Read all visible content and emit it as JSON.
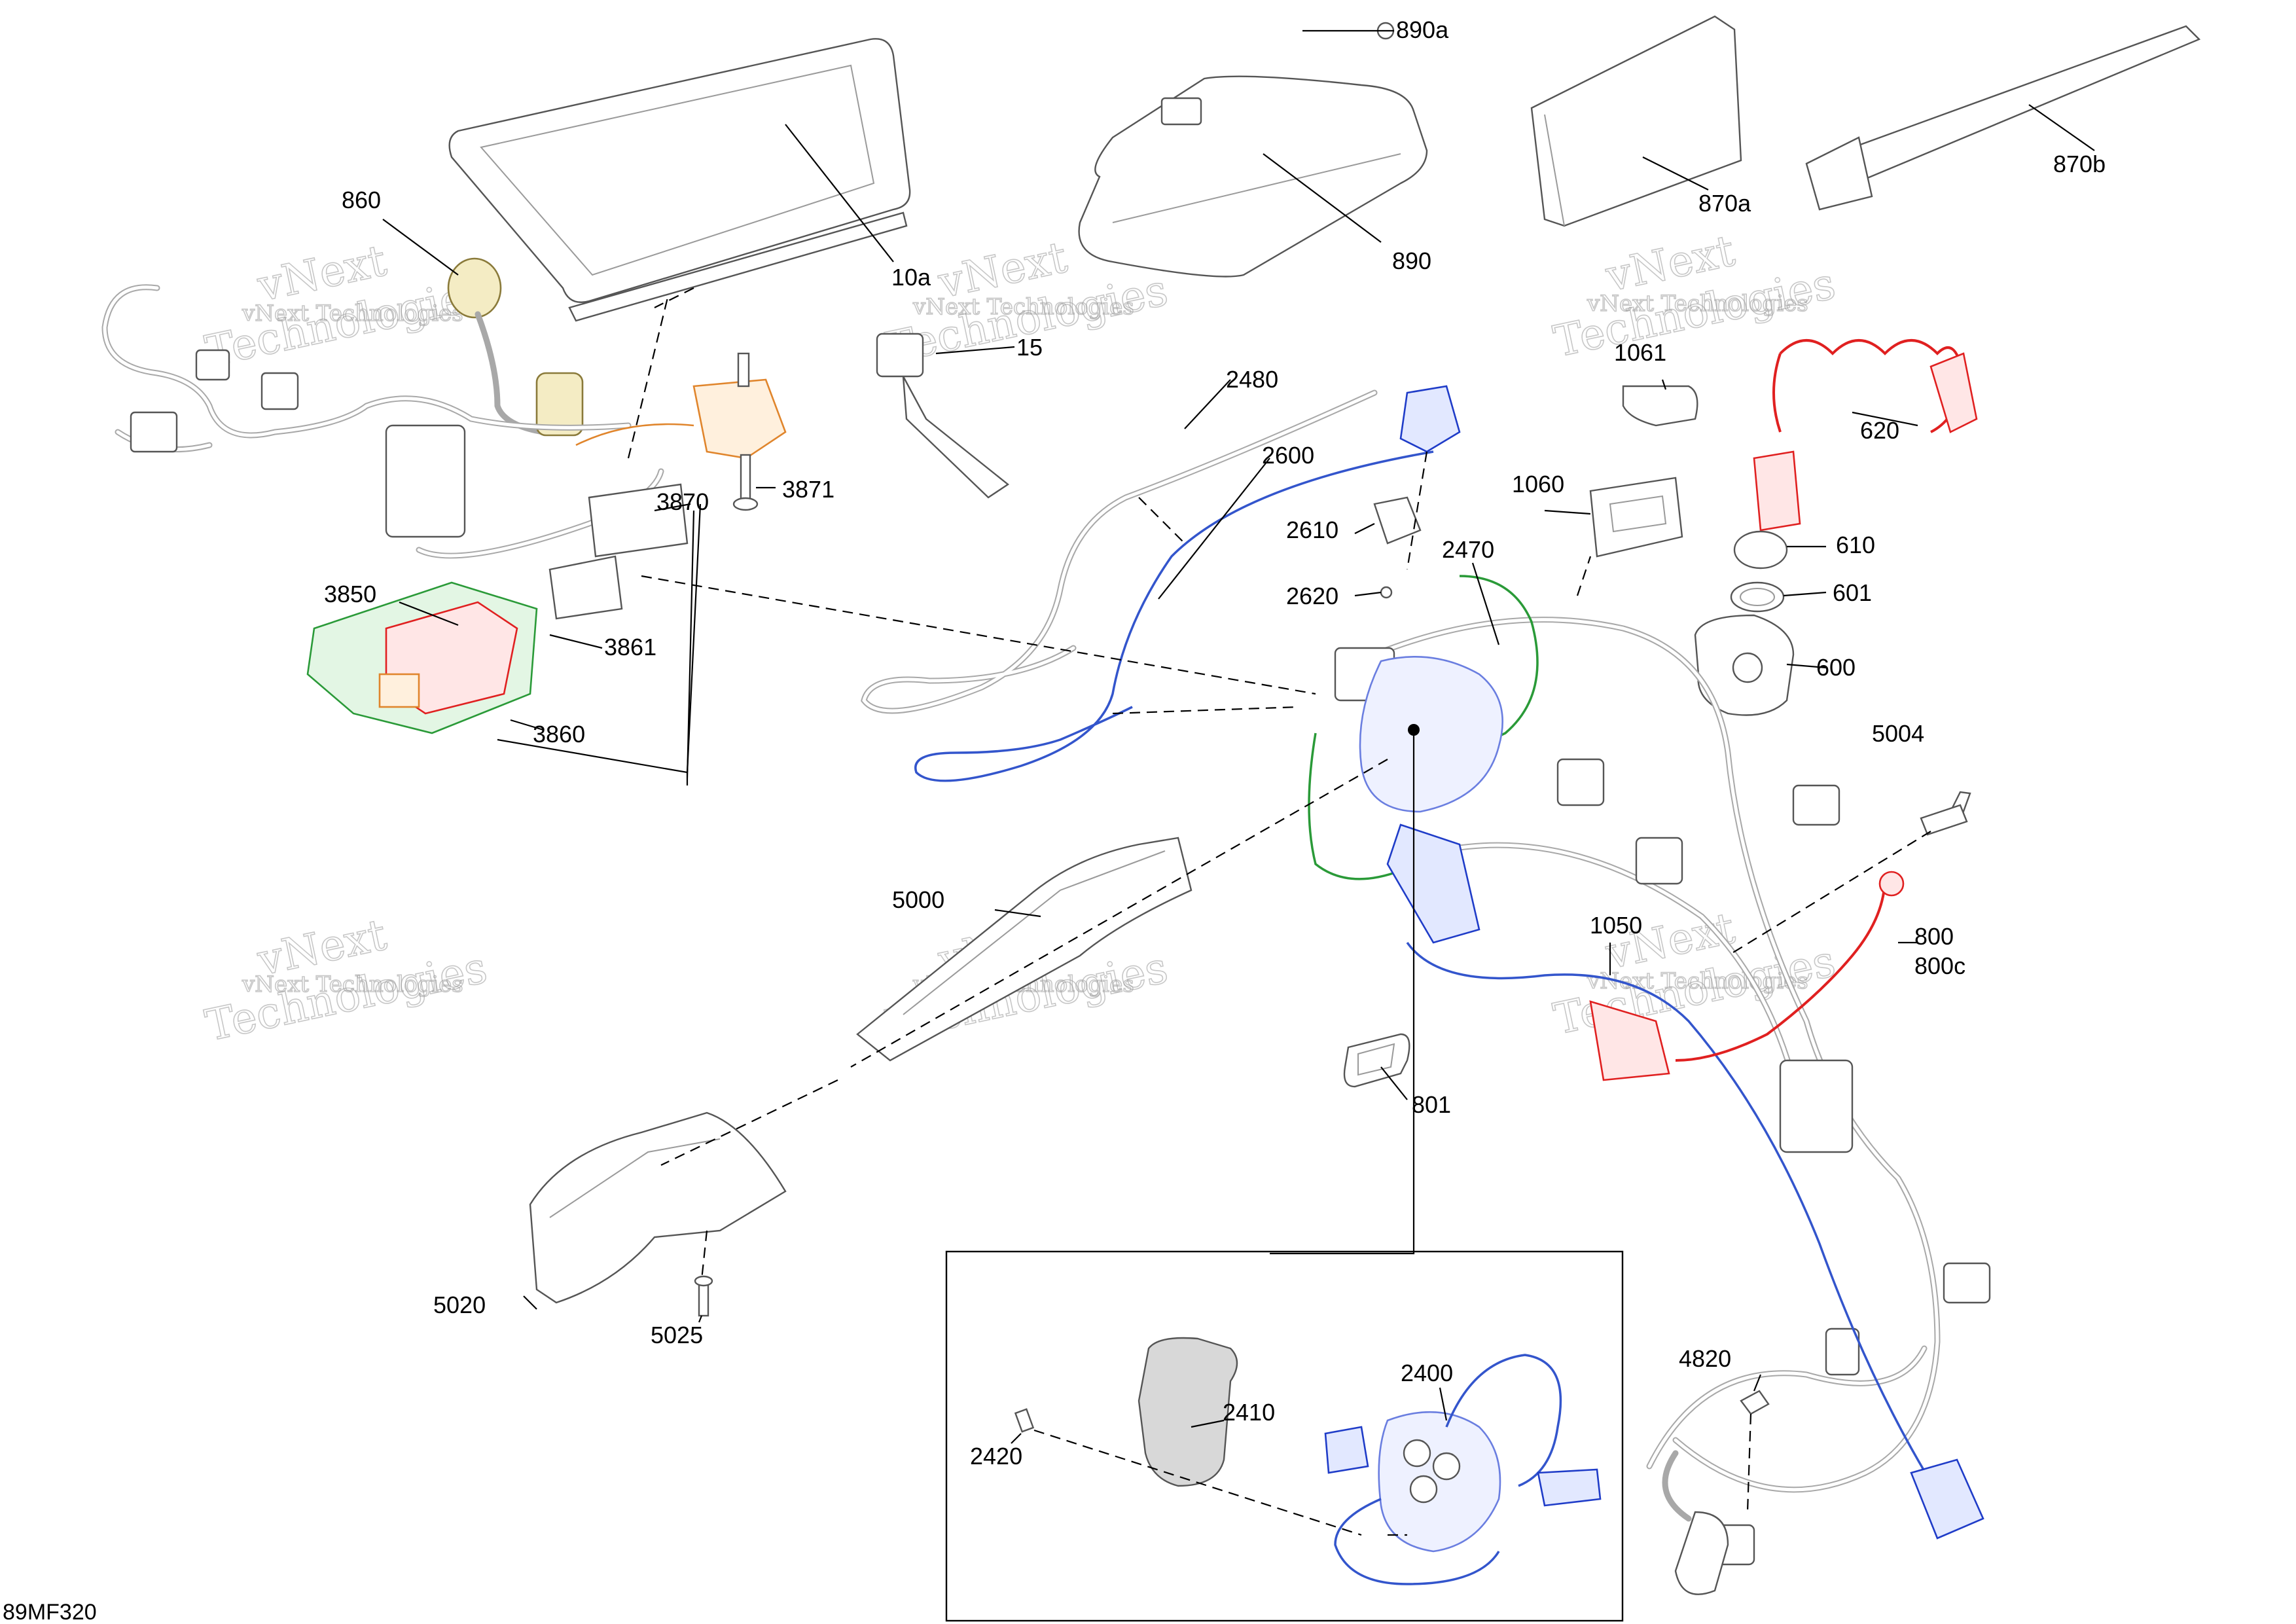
{
  "figure": {
    "id": "89MF320",
    "watermark": {
      "line1": "vNext",
      "line2": "Technologies",
      "small": "vNext Technologies"
    }
  },
  "callouts": [
    {
      "id": "c-10a",
      "label": "10a"
    },
    {
      "id": "c-15",
      "label": "15"
    },
    {
      "id": "c-860",
      "label": "860"
    },
    {
      "id": "c-890a",
      "label": "890a"
    },
    {
      "id": "c-890",
      "label": "890"
    },
    {
      "id": "c-870a",
      "label": "870a"
    },
    {
      "id": "c-870b",
      "label": "870b"
    },
    {
      "id": "c-1061",
      "label": "1061"
    },
    {
      "id": "c-620",
      "label": "620"
    },
    {
      "id": "c-2480",
      "label": "2480"
    },
    {
      "id": "c-2600",
      "label": "2600"
    },
    {
      "id": "c-2610",
      "label": "2610"
    },
    {
      "id": "c-2620",
      "label": "2620"
    },
    {
      "id": "c-1060",
      "label": "1060"
    },
    {
      "id": "c-2470",
      "label": "2470"
    },
    {
      "id": "c-610",
      "label": "610"
    },
    {
      "id": "c-601",
      "label": "601"
    },
    {
      "id": "c-600",
      "label": "600"
    },
    {
      "id": "c-3871",
      "label": "3871"
    },
    {
      "id": "c-3870",
      "label": "3870"
    },
    {
      "id": "c-3850",
      "label": "3850"
    },
    {
      "id": "c-3861",
      "label": "3861"
    },
    {
      "id": "c-3860",
      "label": "3860"
    },
    {
      "id": "c-5004",
      "label": "5004"
    },
    {
      "id": "c-5000",
      "label": "5000"
    },
    {
      "id": "c-1050",
      "label": "1050"
    },
    {
      "id": "c-800",
      "label": "800"
    },
    {
      "id": "c-800c",
      "label": "800c"
    },
    {
      "id": "c-801",
      "label": "801"
    },
    {
      "id": "c-5020",
      "label": "5020"
    },
    {
      "id": "c-5025",
      "label": "5025"
    },
    {
      "id": "c-4820",
      "label": "4820"
    },
    {
      "id": "c-2400",
      "label": "2400"
    },
    {
      "id": "c-2410",
      "label": "2410"
    },
    {
      "id": "c-2420",
      "label": "2420"
    }
  ],
  "colors": {
    "red": "#e02020",
    "blue": "#1f3cc8",
    "green": "#2a9a38",
    "orange": "#e0852c",
    "tan": "#8a7a3a"
  }
}
